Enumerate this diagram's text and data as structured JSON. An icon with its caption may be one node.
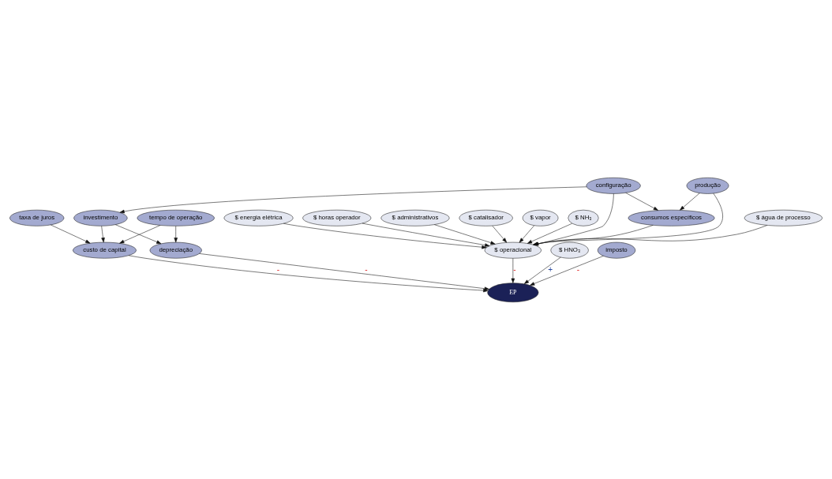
{
  "diagram": {
    "nodes": [
      {
        "text": [
          "$ NH₃"
        ]
      },
      {
        "text": [
          "$ água de processo"
        ]
      },
      {
        "text": [
          "$ energia elétrica"
        ]
      },
      {
        "text": [
          "$ horas operador"
        ]
      },
      {
        "text": [
          "$ administrativos"
        ]
      },
      {
        "text": [
          "$ catalisador"
        ]
      },
      {
        "text": [
          "$ operacional"
        ]
      },
      {
        "text": [
          "$ vapor"
        ]
      },
      {
        "text": [
          "configuração"
        ]
      },
      {
        "text": [
          "investimento"
        ]
      },
      {
        "text": [
          "depreciação"
        ]
      },
      {
        "text": [
          "custo de capital"
        ]
      },
      {
        "text": [
          "consumos específicos"
        ]
      },
      {
        "text": [
          "EP"
        ]
      },
      {
        "text": [
          "tempo de operação"
        ]
      },
      {
        "text": [
          "taxa de juros"
        ]
      },
      {
        "text": [
          "produção"
        ]
      },
      {
        "text": [
          "$ HNO₃"
        ]
      },
      {
        "text": [
          "imposto"
        ]
      }
    ],
    "edges": [
      {
        "from": 0,
        "to": 6,
        "arrow": "to"
      },
      {
        "from": 1,
        "to": 6,
        "arrow": "to"
      },
      {
        "from": 2,
        "to": 6,
        "arrow": "to"
      },
      {
        "from": 3,
        "to": 6,
        "arrow": "to"
      },
      {
        "from": 4,
        "to": 6,
        "arrow": "to"
      },
      {
        "from": 5,
        "to": 6,
        "arrow": "to"
      },
      {
        "from": 7,
        "to": 6,
        "arrow": "to"
      },
      {
        "from": 8,
        "to": 6,
        "arrow": "to"
      },
      {
        "from": 8,
        "to": 9,
        "arrow": "to"
      },
      {
        "from": 8,
        "to": 12,
        "arrow": "to"
      },
      {
        "from": 9,
        "to": 10,
        "arrow": "to"
      },
      {
        "from": 9,
        "to": 11,
        "arrow": "to"
      },
      {
        "from": 12,
        "to": 6,
        "arrow": "to"
      },
      {
        "from": 16,
        "to": 6,
        "arrow": "to"
      },
      {
        "from": 16,
        "to": 12,
        "arrow": "to"
      },
      {
        "from": 6,
        "to": 13,
        "arrow": "to",
        "label": "-"
      },
      {
        "from": 10,
        "to": 13,
        "arrow": "to",
        "label": "-"
      },
      {
        "from": 11,
        "to": 13,
        "arrow": "to",
        "label": "-"
      },
      {
        "from": 14,
        "to": 10,
        "arrow": "to"
      },
      {
        "from": 14,
        "to": 11,
        "arrow": "to"
      },
      {
        "from": 15,
        "to": 11,
        "arrow": "to"
      },
      {
        "from": 17,
        "to": 13,
        "arrow": "to",
        "label": "+"
      },
      {
        "from": 18,
        "to": 13,
        "arrow": "to",
        "label": "-"
      }
    ]
  }
}
